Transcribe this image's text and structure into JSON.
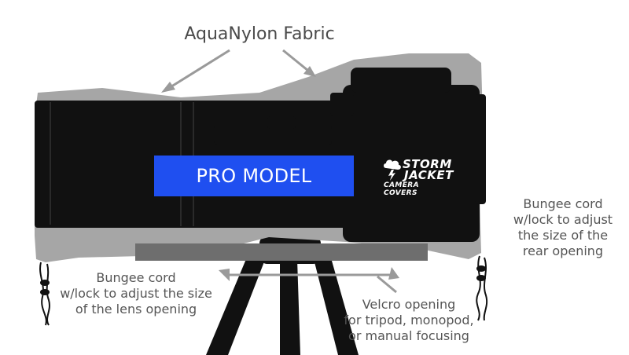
{
  "title": "AquaNylon Fabric",
  "badge": "PRO MODEL",
  "logo": {
    "line1": "STORM",
    "line2": "JACKET",
    "line3": "CAMERA COVERS"
  },
  "callouts": {
    "rear": [
      "Bungee cord",
      "w/lock to adjust",
      "the size of the",
      "rear opening"
    ],
    "lens": [
      "Bungee cord",
      "w/lock to adjust the size",
      "of the lens opening"
    ],
    "velcro": [
      "Velcro opening",
      "for tripod, monopod,",
      "or manual focusing"
    ]
  },
  "colors": {
    "fabric": "#a6a6a6",
    "camera": "#111111",
    "badge": "#1f4ff0",
    "arrow": "#9a9a9a",
    "text": "#555555"
  }
}
